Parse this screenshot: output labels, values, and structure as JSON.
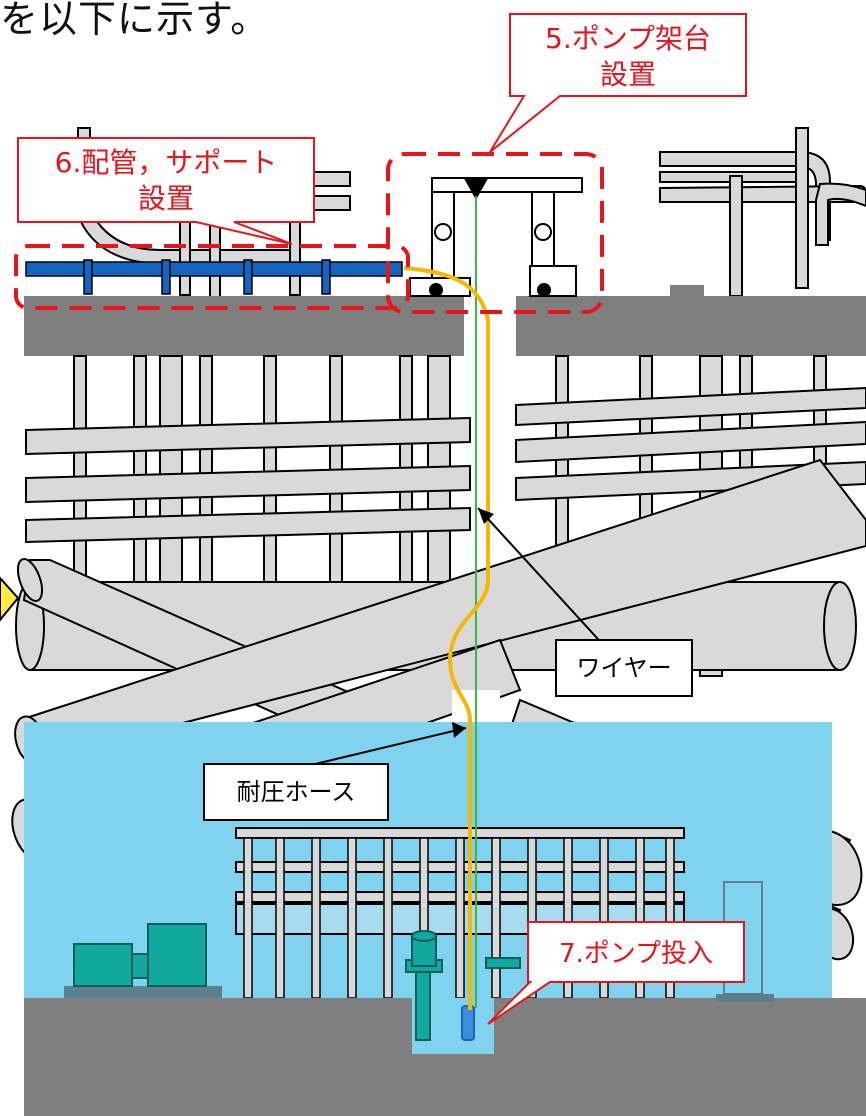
{
  "heading": "を以下に示す。",
  "callouts": {
    "pump_frame_line1": "5.ポンプ架台",
    "pump_frame_line2": "設置",
    "piping_line1": "6.配管，サポート",
    "piping_line2": "設置",
    "pump_insert": "7.ポンプ投入"
  },
  "labels": {
    "wire": "ワイヤー",
    "hose": "耐圧ホース"
  },
  "colors": {
    "callout_red": "#e8141b",
    "pipe_blue": "#1565c0",
    "hose_yellow": "#f5b800",
    "wire_green": "#3cb84a",
    "water": "#7fd3ef",
    "ground": "#7f7f7f",
    "pump_teal": "#13a89e",
    "pipe_grey": "#d9d9d9",
    "arrow_yellow": "#ffeb3b"
  }
}
